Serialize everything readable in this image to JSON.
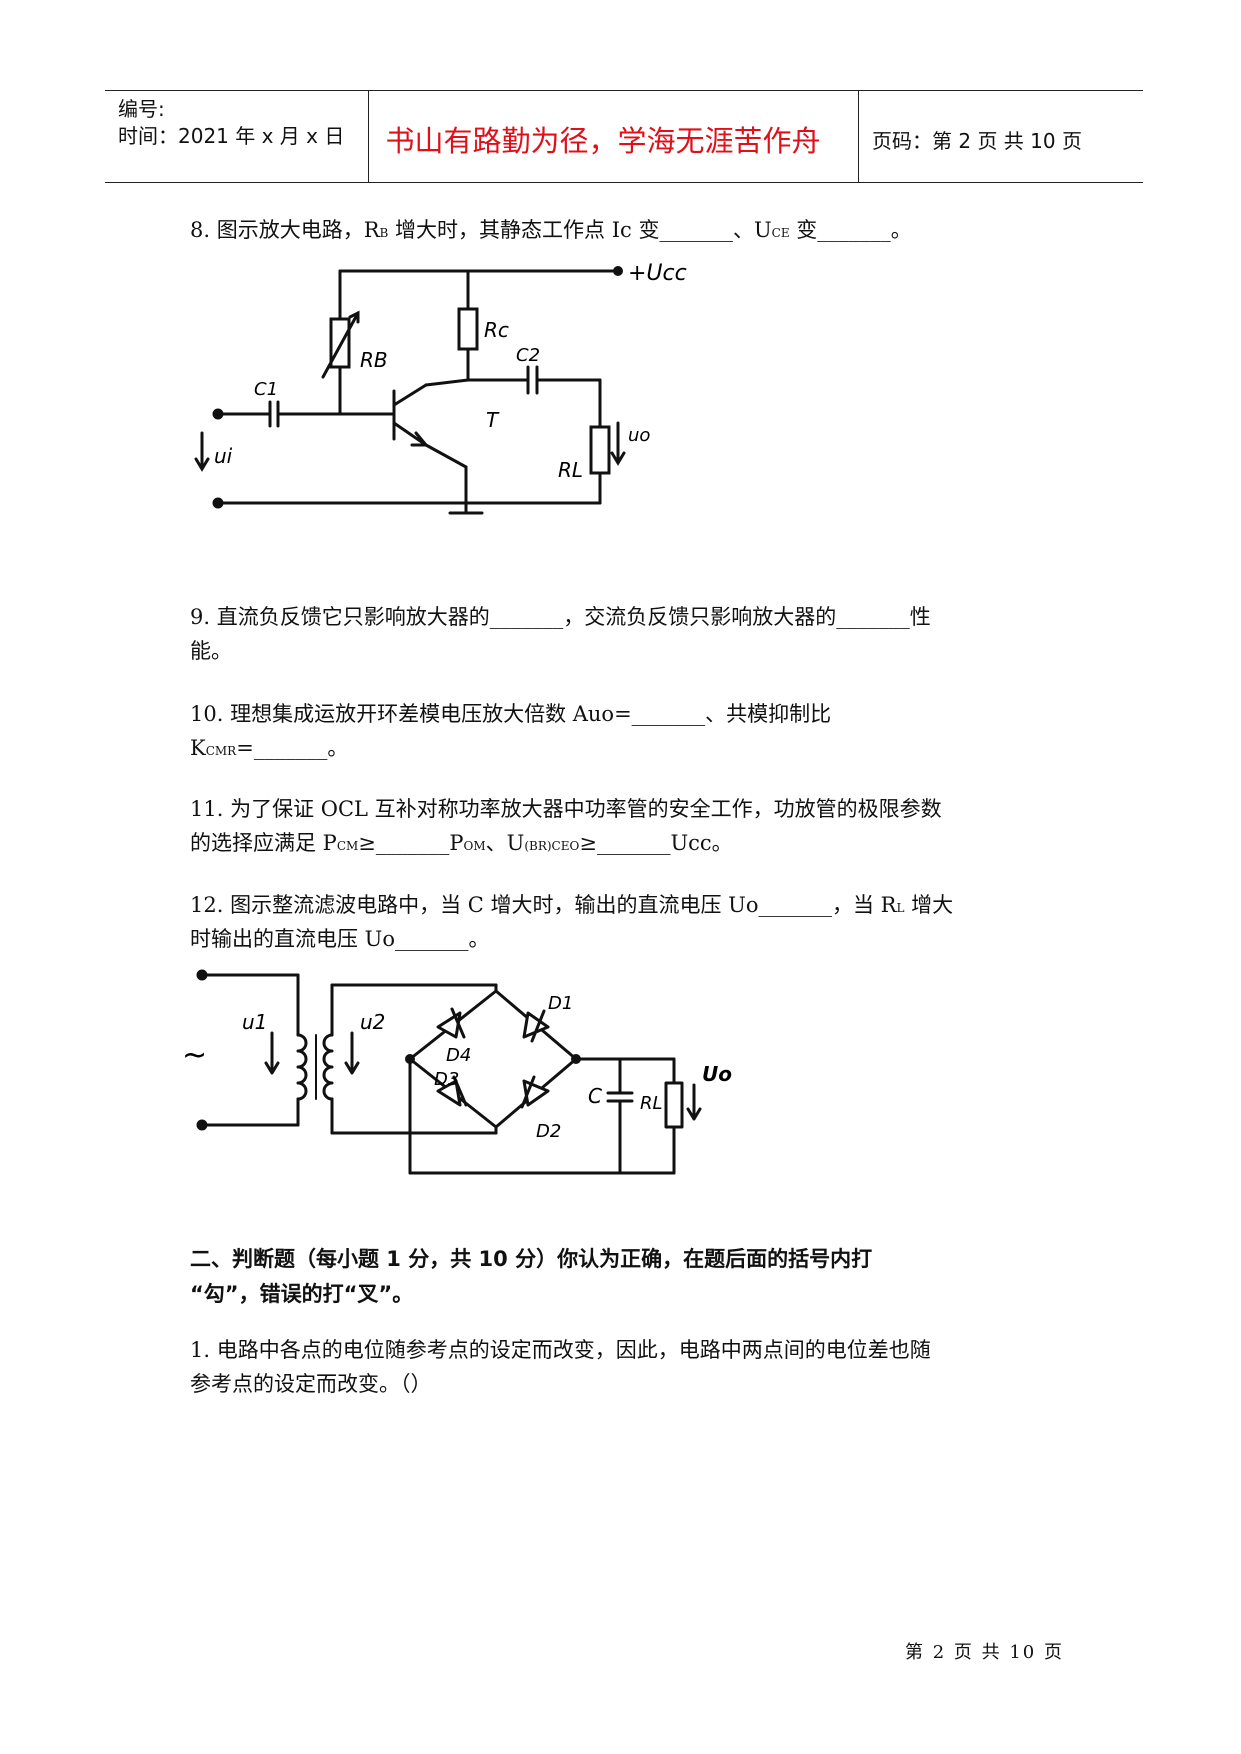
{
  "header": {
    "serial_label": "编号:",
    "time_label": "时间：2021 年 x 月 x 日",
    "motto": "书山有路勤为径，学海无涯苦作舟",
    "page_label": "页码：第 2 页  共 10 页"
  },
  "questions": {
    "q8": {
      "line1_a": "8. 图示放大电路，R",
      "line1_sub1": "B",
      "line1_b": " 增大时，其静态工作点 Ic 变_______、U",
      "line1_sub2": "CE",
      "line1_c": " 变_______。"
    },
    "q9": {
      "line1": "9. 直流负反馈它只影响放大器的_______，交流负反馈只影响放大器的_______性",
      "line2": "能。"
    },
    "q10": {
      "line1": "10. 理想集成运放开环差模电压放大倍数 Auo=_______、共模抑制比",
      "line2_a": "K",
      "line2_sub": "CMR",
      "line2_b": "=_______。"
    },
    "q11": {
      "line1": "11. 为了保证 OCL 互补对称功率放大器中功率管的安全工作，功放管的极限参数",
      "line2_a": "的选择应满足 P",
      "line2_sub1": "CM",
      "line2_b": "≥_______P",
      "line2_sub2": "OM",
      "line2_c": "、U",
      "line2_sub3": "(BR)CEO",
      "line2_d": "≥_______Ucc。"
    },
    "q12": {
      "line1_a": "12. 图示整流滤波电路中，当 C 增大时，输出的直流电压 Uo_______，当 R",
      "line1_sub": "L",
      "line1_b": " 增大",
      "line2": "时输出的直流电压 Uo_______。"
    }
  },
  "section2": {
    "title_line1": "二、判断题（每小题 1 分，共 10 分）你认为正确，在题后面的括号内打",
    "title_line2": "“勾”，错误的打“叉”。",
    "q1_line1": "1. 电路中各点的电位随参考点的设定而改变，因此，电路中两点间的电位差也随",
    "q1_line2": "参考点的设定而改变。（）"
  },
  "circuit1": {
    "labels": {
      "vcc": "+Ucc",
      "rc": "Rc",
      "rb": "RB",
      "c1": "C1",
      "c2": "C2",
      "t": "T",
      "ui": "ui",
      "rl": "RL",
      "uo": "uo"
    }
  },
  "circuit2": {
    "labels": {
      "u1": "u1",
      "u2": "u2",
      "ac": "~",
      "d1": "D1",
      "d2": "D2",
      "d3": "D3",
      "d4": "D4",
      "c": "C",
      "rl": "RL",
      "uo": "Uo"
    }
  },
  "footer": {
    "page_text": "第 2 页 共 10 页"
  }
}
